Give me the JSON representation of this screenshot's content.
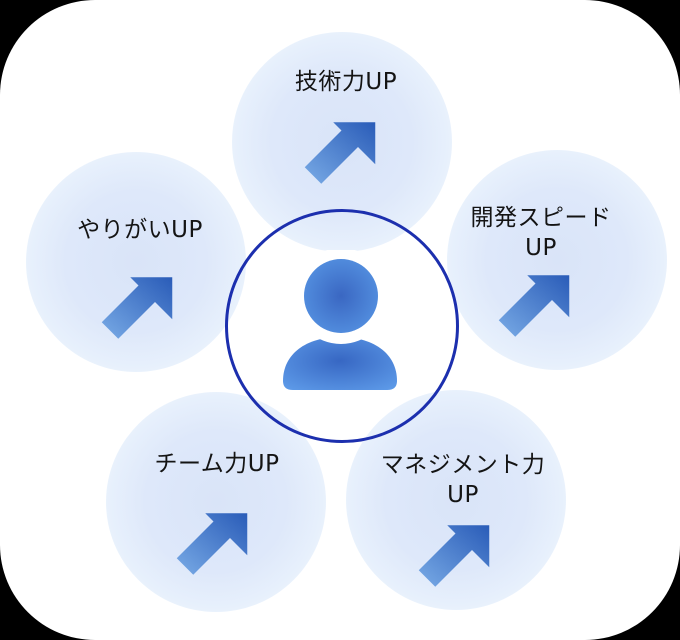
{
  "diagram": {
    "type": "benefit-hub-diagram",
    "center_icon": "person-icon",
    "bubbles": [
      {
        "id": "skill",
        "position": "top",
        "lines": [
          "技術力UP"
        ]
      },
      {
        "id": "speed",
        "position": "right",
        "lines": [
          "開発スピード",
          "UP"
        ]
      },
      {
        "id": "motivation",
        "position": "left",
        "lines": [
          "やりがいUP"
        ]
      },
      {
        "id": "team",
        "position": "bottom-left",
        "lines": [
          "チーム力UP"
        ]
      },
      {
        "id": "management",
        "position": "bottom-right",
        "lines": [
          "マネジメント力",
          "UP"
        ]
      }
    ],
    "arrow_icon": "up-right-arrow-icon",
    "colors": {
      "background": "#ffffff",
      "outside": "#000000",
      "text": "#141414",
      "ring_stroke": "#1c2fae",
      "bubble_center": "#d9e4f8",
      "bubble_edge": "#eef6fe",
      "arrow_gradient_light": "#79abe6",
      "arrow_gradient_dark": "#2a5cb8",
      "person_gradient_center": "#3a67c2",
      "person_gradient_edge": "#5694e3"
    }
  }
}
